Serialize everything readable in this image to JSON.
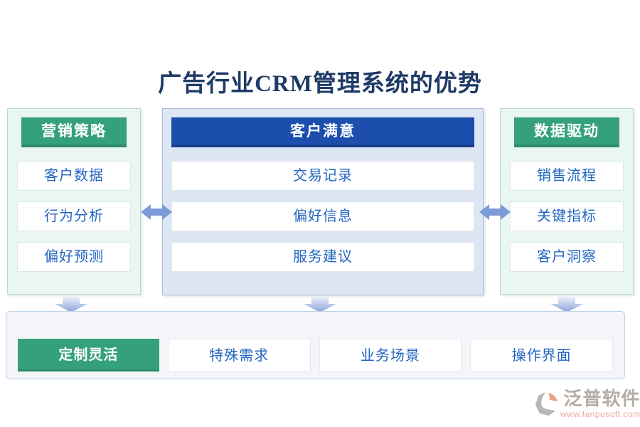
{
  "title": "广告行业CRM管理系统的优势",
  "columns": [
    {
      "header": "营销策略",
      "items": [
        "客户数据",
        "行为分析",
        "偏好预测"
      ]
    },
    {
      "header": "客户满意",
      "items": [
        "交易记录",
        "偏好信息",
        "服务建议"
      ]
    },
    {
      "header": "数据驱动",
      "items": [
        "销售流程",
        "关键指标",
        "客户洞察"
      ]
    }
  ],
  "bottom": {
    "highlight": "定制灵活",
    "items": [
      "特殊需求",
      "业务场景",
      "操作界面"
    ]
  },
  "watermark": {
    "brand": "泛普软件",
    "url": "www.fanpusoft.com"
  },
  "icons": {
    "between_columns": "double-horizontal-arrow-icon",
    "below_columns": "down-arrow-icon",
    "brand_mark": "fanpu-logo-icon"
  },
  "colors": {
    "accent_green": "#35a07c",
    "accent_green_dark": "#2e8c6b",
    "accent_blue": "#1b4ead",
    "accent_blue_dark": "#173f90",
    "item_text_blue": "#2265c1",
    "title_navy": "#1e3a66",
    "arrow_blue": "#7d9bd8",
    "panel_mint_bg": "#eaf6f0",
    "panel_mint_border": "#b7dcc9",
    "panel_blue_bg": "#dde7f4",
    "panel_blue_border": "#a9b8db",
    "bottom_bar_bg": "#f3f5f9",
    "bottom_bar_border": "#bad1eb",
    "logo_orange": "#e2906a",
    "logo_gray": "#a8a8ab",
    "url_pink": "#e5968e"
  }
}
